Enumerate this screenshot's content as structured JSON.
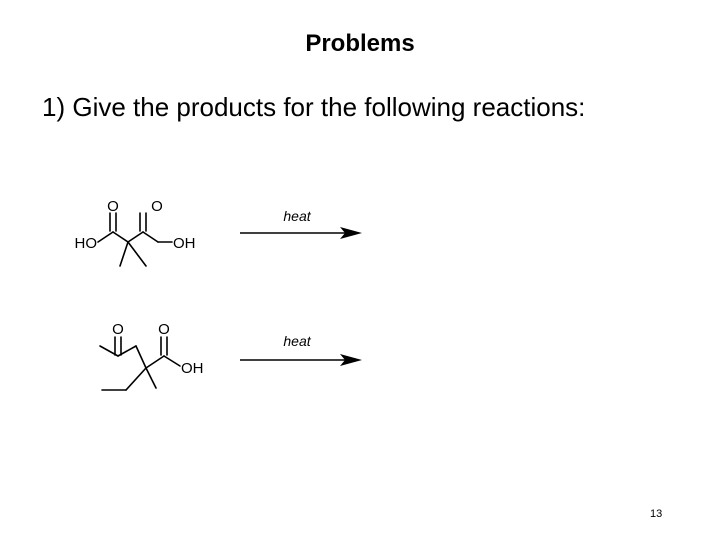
{
  "slide": {
    "title": "Problems",
    "question": "1)  Give the products for the following reactions:",
    "page_number": "13"
  },
  "reactions": [
    {
      "condition": "heat",
      "atoms": {
        "carbonyl_o_left": "O",
        "carbonyl_o_right": "O",
        "hydroxyl_left": "HO",
        "hydroxyl_right": "OH"
      }
    },
    {
      "condition": "heat",
      "atoms": {
        "carbonyl_o_left": "O",
        "carbonyl_o_right": "O",
        "hydroxyl_right": "OH"
      }
    }
  ],
  "icons": {
    "reaction_arrow": "right-arrow-icon"
  }
}
